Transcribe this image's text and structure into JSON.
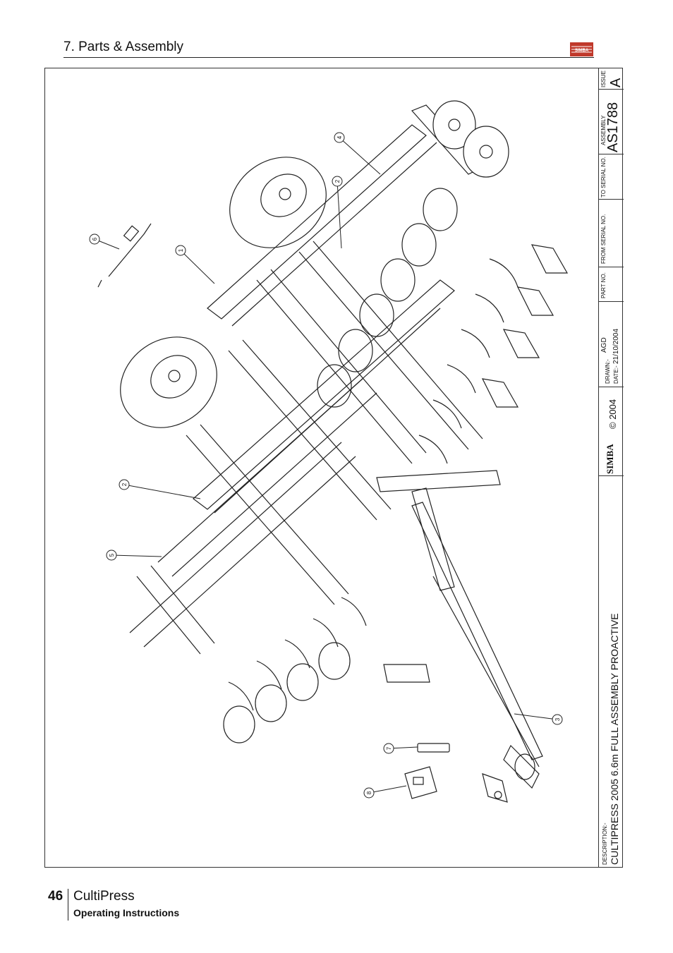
{
  "header": {
    "section_title": "7. Parts & Assembly",
    "logo_text": "SIMBA"
  },
  "title_block": {
    "issue_label": "ISSUE",
    "issue_value": "A",
    "assembly_label": "ASSEMBLY",
    "assembly_value": "AS1788",
    "to_serial_label": "TO SERIAL NO.",
    "from_serial_label": "FROM SERIAL NO.",
    "part_no_label": "PART NO.",
    "drawn_label": "DRAWN:-",
    "drawn_value": "AGD",
    "date_label": "DATE:-",
    "date_value": "21/10/2004",
    "logo_text": "SIMBA",
    "copyright": "© 2004",
    "description_label": "DESCRIPTION:-",
    "description_value": "CULTIPRESS 2005 6.6m FULL ASSEMBLY PROACTIVE"
  },
  "callouts": [
    "1",
    "2",
    "2",
    "3",
    "4",
    "5",
    "6",
    "7",
    "8"
  ],
  "footer": {
    "page_number": "46",
    "product": "CultiPress",
    "subtitle": "Operating Instructions"
  }
}
